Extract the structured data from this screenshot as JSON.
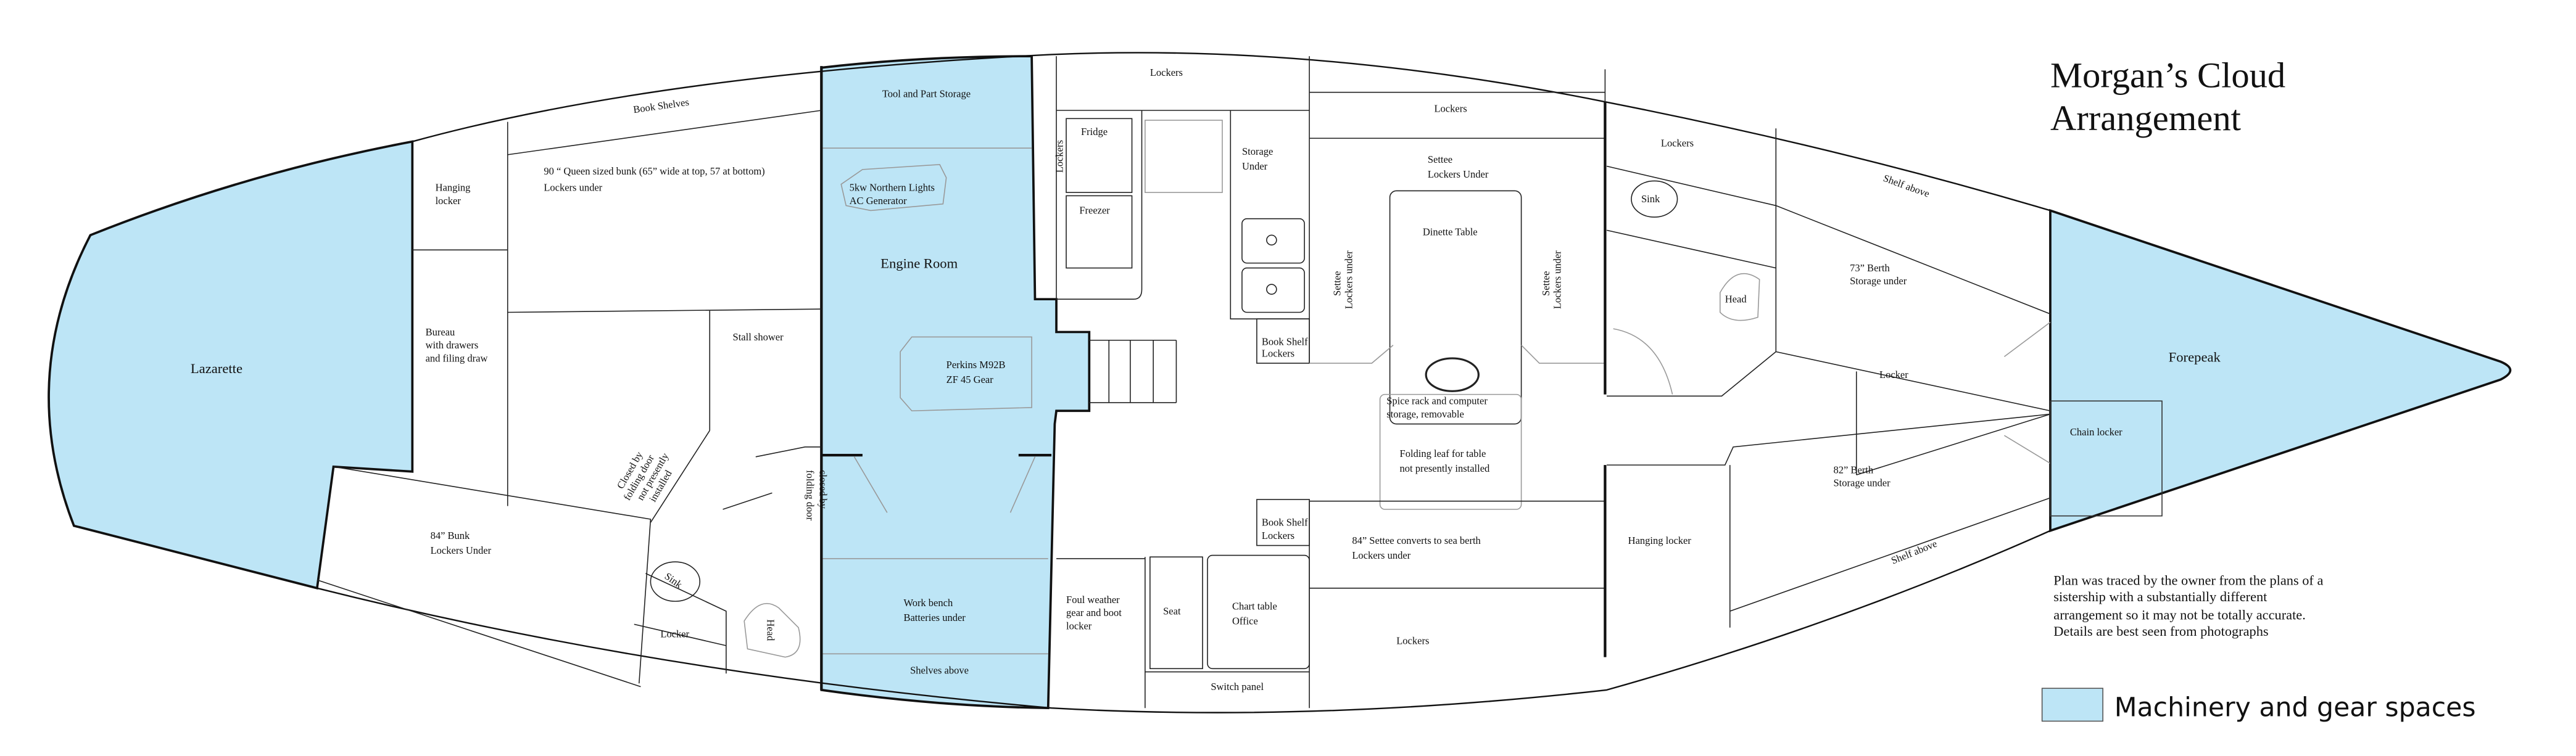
{
  "title": {
    "line1": "Morgan’s Cloud",
    "line2": "Arrangement"
  },
  "note": [
    "Plan was traced by the owner from the plans of a",
    "sistership with a substantially different",
    "arrangement so it may not be totally accurate.",
    "Details are best seen from photographs"
  ],
  "legend": {
    "label": "Machinery and gear spaces",
    "color": "#bde5f6"
  },
  "aft": {
    "book_shelves": "Book Shelves",
    "hanging_locker": [
      "Hanging",
      "locker"
    ],
    "queen_bunk": [
      "90 “ Queen sized bunk (65” wide at top, 57 at bottom)",
      "Lockers under"
    ],
    "bureau": [
      "Bureau",
      "with drawers",
      "and filing draw"
    ],
    "lazarette": "Lazarette",
    "stall_shower": "Stall shower",
    "folding_door_note": [
      "Closed by",
      "folding door",
      "not presently",
      "installed"
    ],
    "closed_by_folding_door": [
      "closed by",
      "folding door"
    ],
    "bunk84": [
      "84” Bunk",
      "Lockers Under"
    ],
    "sink": "Sink",
    "locker": "Locker",
    "head": "Head"
  },
  "engine": {
    "tool_storage": "Tool and Part Storage",
    "generator": [
      "5kw Northern Lights",
      "AC Generator"
    ],
    "engine_room": "Engine Room",
    "engine": [
      "Perkins M92B",
      "ZF 45 Gear"
    ],
    "work_bench": [
      "Work bench",
      "Batteries under"
    ],
    "shelves_above": "Shelves above"
  },
  "saloon": {
    "lockers_top": "Lockers",
    "lockers_vertical": "Lockers",
    "fridge": "Fridge",
    "freezer": "Freezer",
    "storage_under": [
      "Storage",
      "Under"
    ],
    "book_shelf_1": [
      "Book Shelf",
      "Lockers"
    ],
    "lockers_upper": "Lockers",
    "settee_upper": [
      "Settee",
      "Lockers Under"
    ],
    "dinette_table": "Dinette Table",
    "settee_left": [
      "Settee",
      "Lockers under"
    ],
    "settee_right": [
      "Settee",
      "Lockers under"
    ],
    "spice_rack": [
      "Spice rack and computer",
      "storage, removable"
    ],
    "folding_leaf": [
      "Folding leaf for table",
      "not presently installed"
    ],
    "book_shelf_2": [
      "Book Shelf",
      "Lockers"
    ],
    "settee84": [
      "84” Settee converts to sea berth",
      "Lockers under"
    ],
    "lockers_lower": "Lockers",
    "foul_weather": [
      "Foul weather",
      "gear and boot",
      "locker"
    ],
    "seat": "Seat",
    "chart_table": [
      "Chart table",
      "Office"
    ],
    "switch_panel": "Switch panel"
  },
  "forward": {
    "lockers": "Lockers",
    "sink": "Sink",
    "head": "Head",
    "shelf_above_1": "Shelf above",
    "berth73": [
      "73” Berth",
      "Storage under"
    ],
    "locker": "Locker",
    "forepeak": "Forepeak",
    "chain_locker": "Chain locker",
    "berth82": [
      "82” Berth",
      "Storage under"
    ],
    "hanging_locker": "Hanging locker",
    "shelf_above_2": "Shelf above"
  }
}
